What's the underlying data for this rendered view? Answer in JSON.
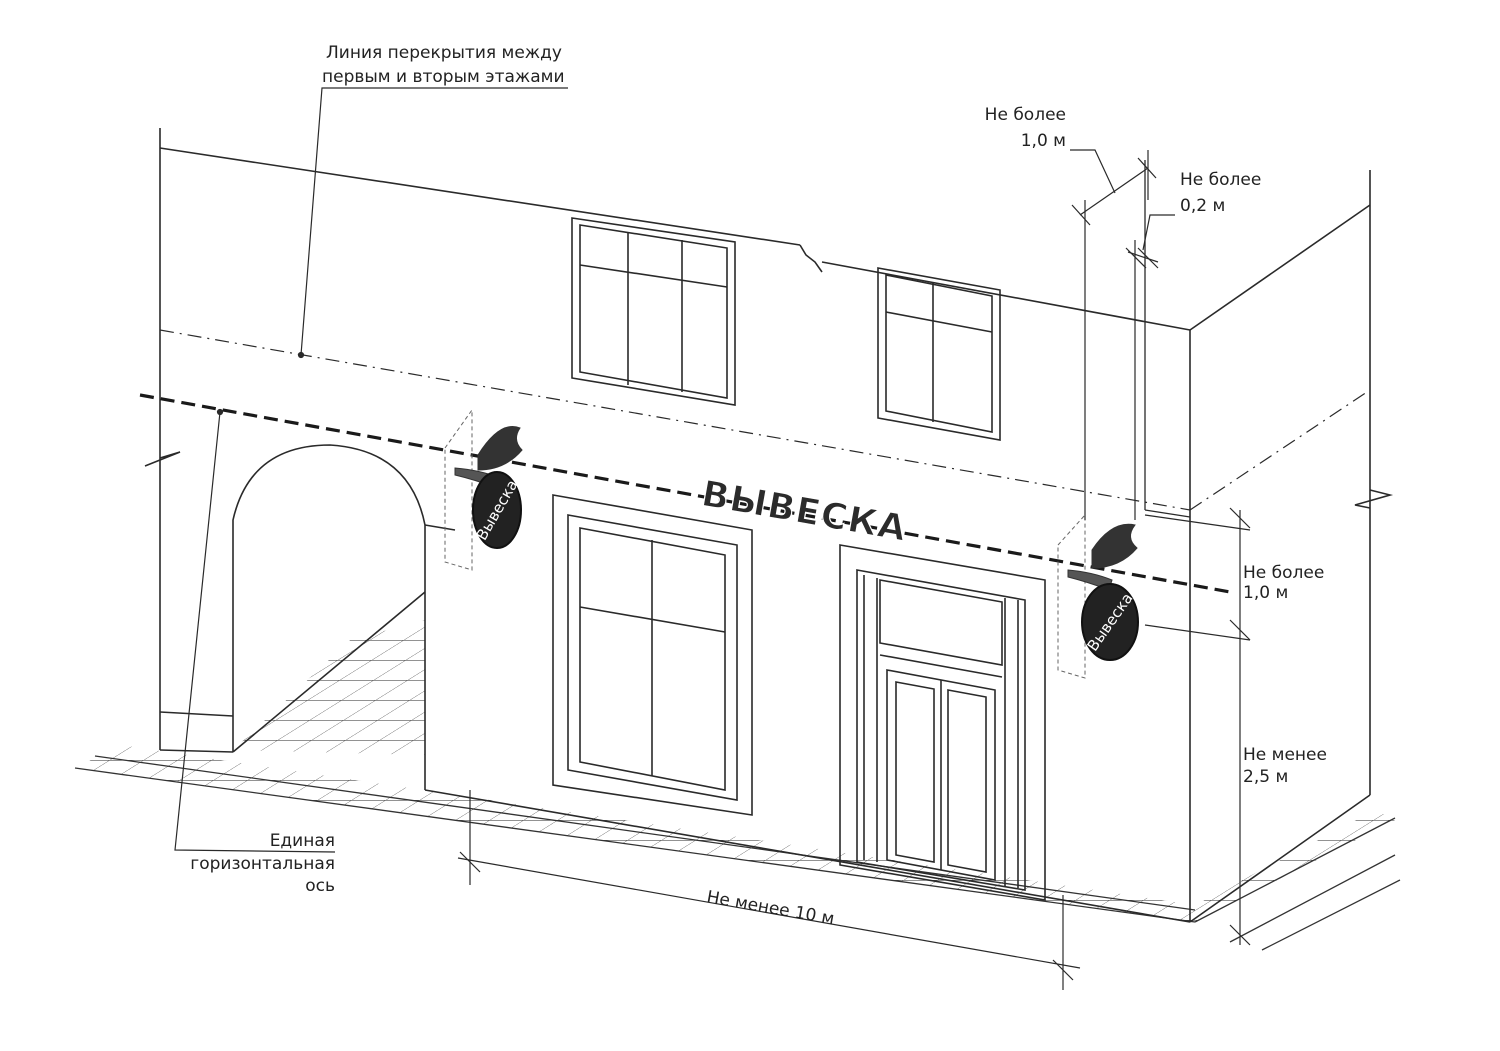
{
  "labels": {
    "floor_line_1": "Линия перекрытия между",
    "floor_line_2": "первым и вторым этажами",
    "max_1m_top_1": "Не более",
    "max_1m_top_2": "1,0 м",
    "max_02m_1": "Не более",
    "max_02m_2": "0,2 м",
    "max_1m_side_1": "Не более",
    "max_1m_side_2": "1,0 м",
    "min_25m_1": "Не менее",
    "min_25m_2": "2,5 м",
    "axis_1": "Единая",
    "axis_2": "горизонтальная",
    "axis_3": "ось",
    "min_10m": "Не менее 10 м"
  },
  "sign": {
    "main_text": "ВЫВЕСКА",
    "round_text_left": "Вывеска",
    "round_text_right": "Вывеска"
  },
  "colors": {
    "line": "#2a2a2a",
    "axis_dash": "#1a1a1a",
    "round_sign_fill": "#222222"
  }
}
